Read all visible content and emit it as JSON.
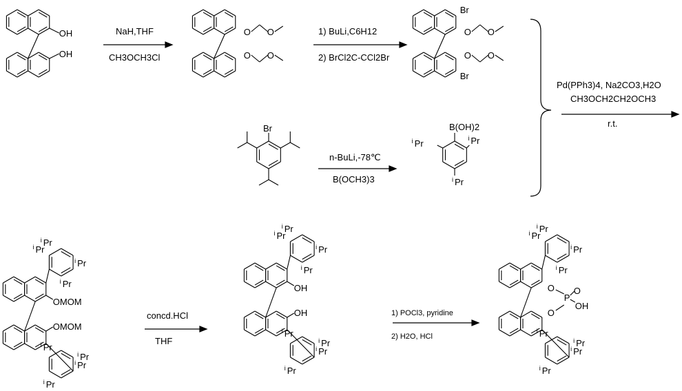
{
  "step1": {
    "above": "NaH,THF",
    "below": "CH3OCH3Cl"
  },
  "step2": {
    "above": "1) BuLi,C6H12",
    "below": "2) BrCl2C-CCl2Br"
  },
  "step3": {
    "above": "n-BuLi,-78℃",
    "below": "B(OCH3)3"
  },
  "step4": {
    "line1": "Pd(PPh3)4, Na2CO3,H2O",
    "line2": "CH3OCH2CH2OCH3",
    "below": "r.t."
  },
  "step5": {
    "above": "concd.HCl",
    "below": "THF"
  },
  "step6": {
    "line1": "1) POCl3, pyridine",
    "line2": "2) H2O, HCl"
  },
  "labels": {
    "oh": "OH",
    "o": "O",
    "br": "Br",
    "boh2": "B(OH)2",
    "ipr": "iPr",
    "omom": "OMOM",
    "p": "P",
    "oh_p": "OH"
  }
}
